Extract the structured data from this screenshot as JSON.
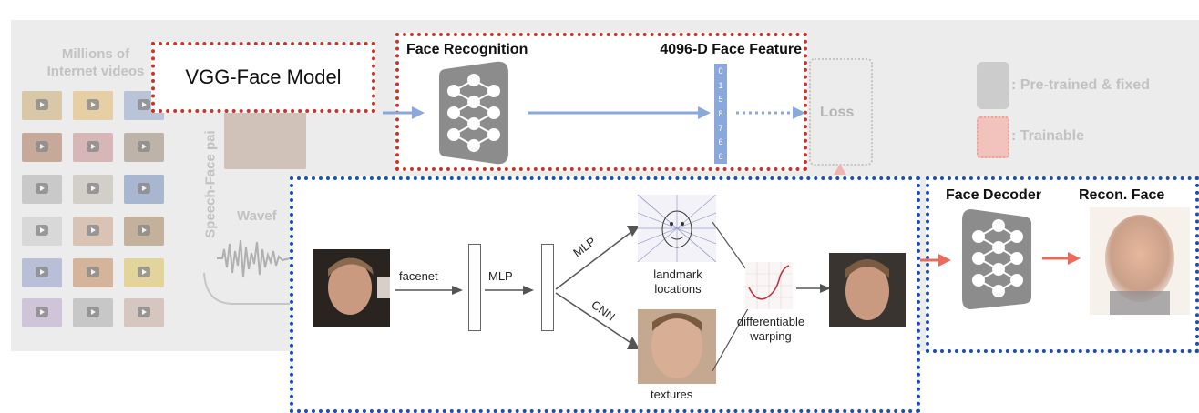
{
  "pipeline": {
    "millions_label": "Millions of\nInternet videos",
    "speech_face_label": "Speech-Face pai",
    "waveform_label": "Wavef",
    "loss_label": "Loss",
    "legend": {
      "pretrained": ": Pre-trained & fixed",
      "trainable": ": Trainable"
    }
  },
  "vgg_callout": {
    "label": "VGG-Face Model"
  },
  "face_recognition": {
    "title": "Face Recognition",
    "feature_title": "4096-D Face Feature",
    "feature_digits": [
      "0",
      "1",
      "5",
      "8",
      "7",
      "6",
      "6"
    ]
  },
  "decoder_panel": {
    "decoder_title": "Face Decoder",
    "recon_title": "Recon. Face"
  },
  "decoder_detail": {
    "facenet_label": "facenet",
    "mlp_label": "MLP",
    "mlp_branch_label": "MLP",
    "cnn_branch_label": "CNN",
    "landmark_caption": "landmark\nlocations",
    "textures_caption": "textures",
    "warping_caption": "differentiable\nwarping"
  },
  "colors": {
    "red_border": "#c8352b",
    "blue_border": "#1f4fa8",
    "arrow_blue": "#8aa8dc",
    "arrow_red": "#ec6a5a",
    "network_gray": "#8c8c8c"
  }
}
